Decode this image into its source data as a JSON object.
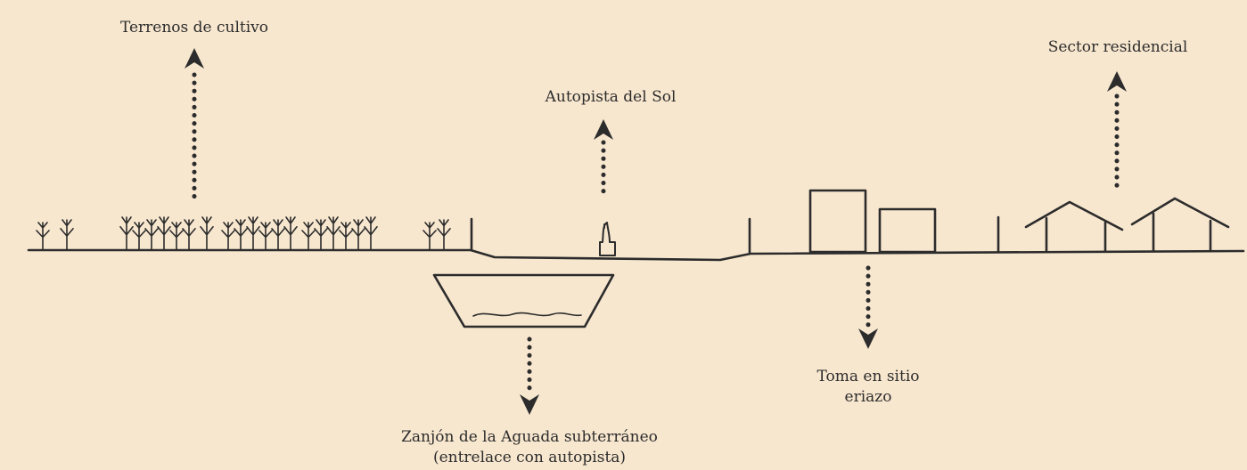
{
  "labels": {
    "crops": "Terrenos de cultivo",
    "highway": "Autopista del Sol",
    "residential": "Sector residencial",
    "vacant_lot": [
      "Toma en sitio",
      "eriazo"
    ],
    "canal": [
      "Zanjón de la Aguada subterráneo",
      "(entrelace con autopista)"
    ]
  },
  "colors": {
    "background": "#f8e7cf",
    "ink": "#2c2c2c"
  }
}
